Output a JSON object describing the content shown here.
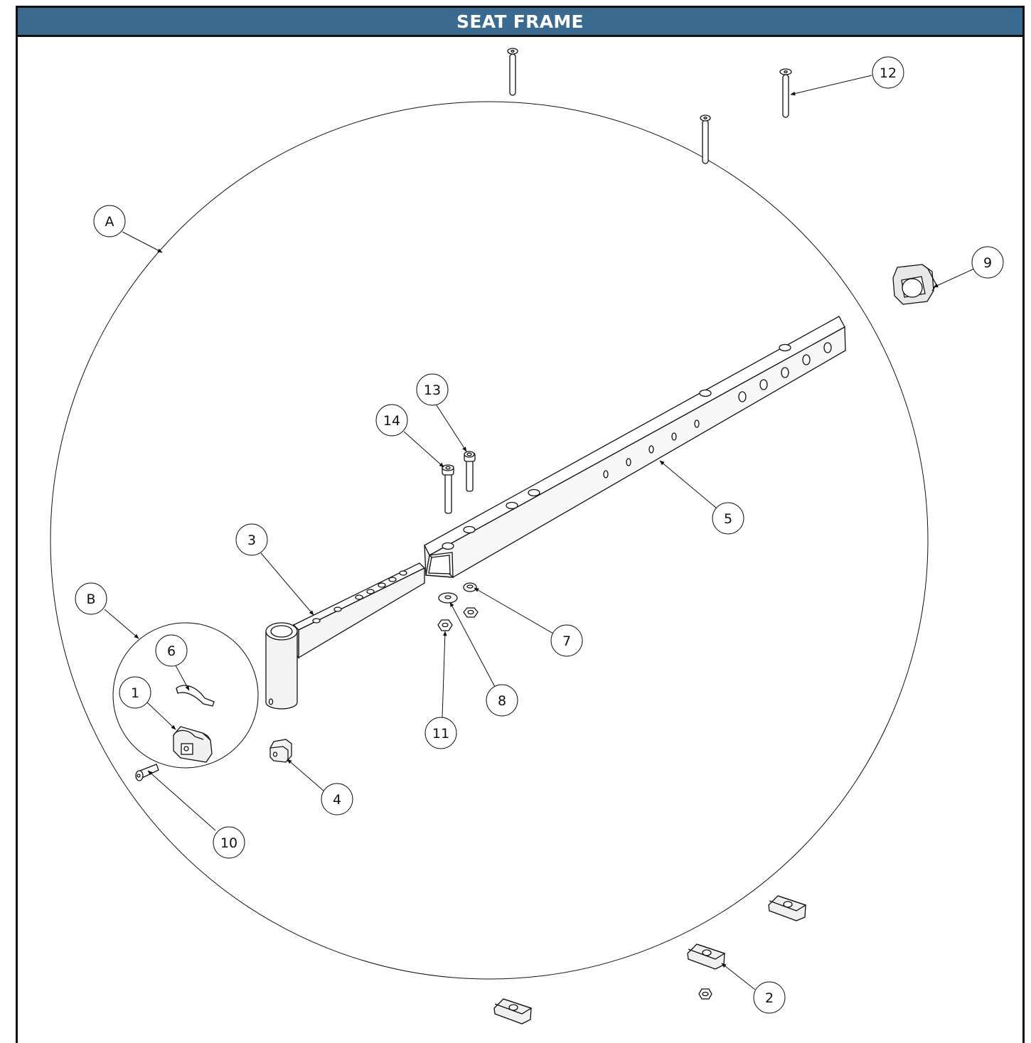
{
  "title": "SEAT FRAME",
  "colors": {
    "title_bar": "#3a6a8f",
    "title_text": "#ffffff",
    "line": "#111111"
  },
  "callouts": {
    "A": "A",
    "B": "B",
    "c1": "1",
    "c2": "2",
    "c3": "3",
    "c4": "4",
    "c5": "5",
    "c6": "6",
    "c7": "7",
    "c8": "8",
    "c9": "9",
    "c10": "10",
    "c11": "11",
    "c12": "12",
    "c13": "13",
    "c14": "14"
  }
}
